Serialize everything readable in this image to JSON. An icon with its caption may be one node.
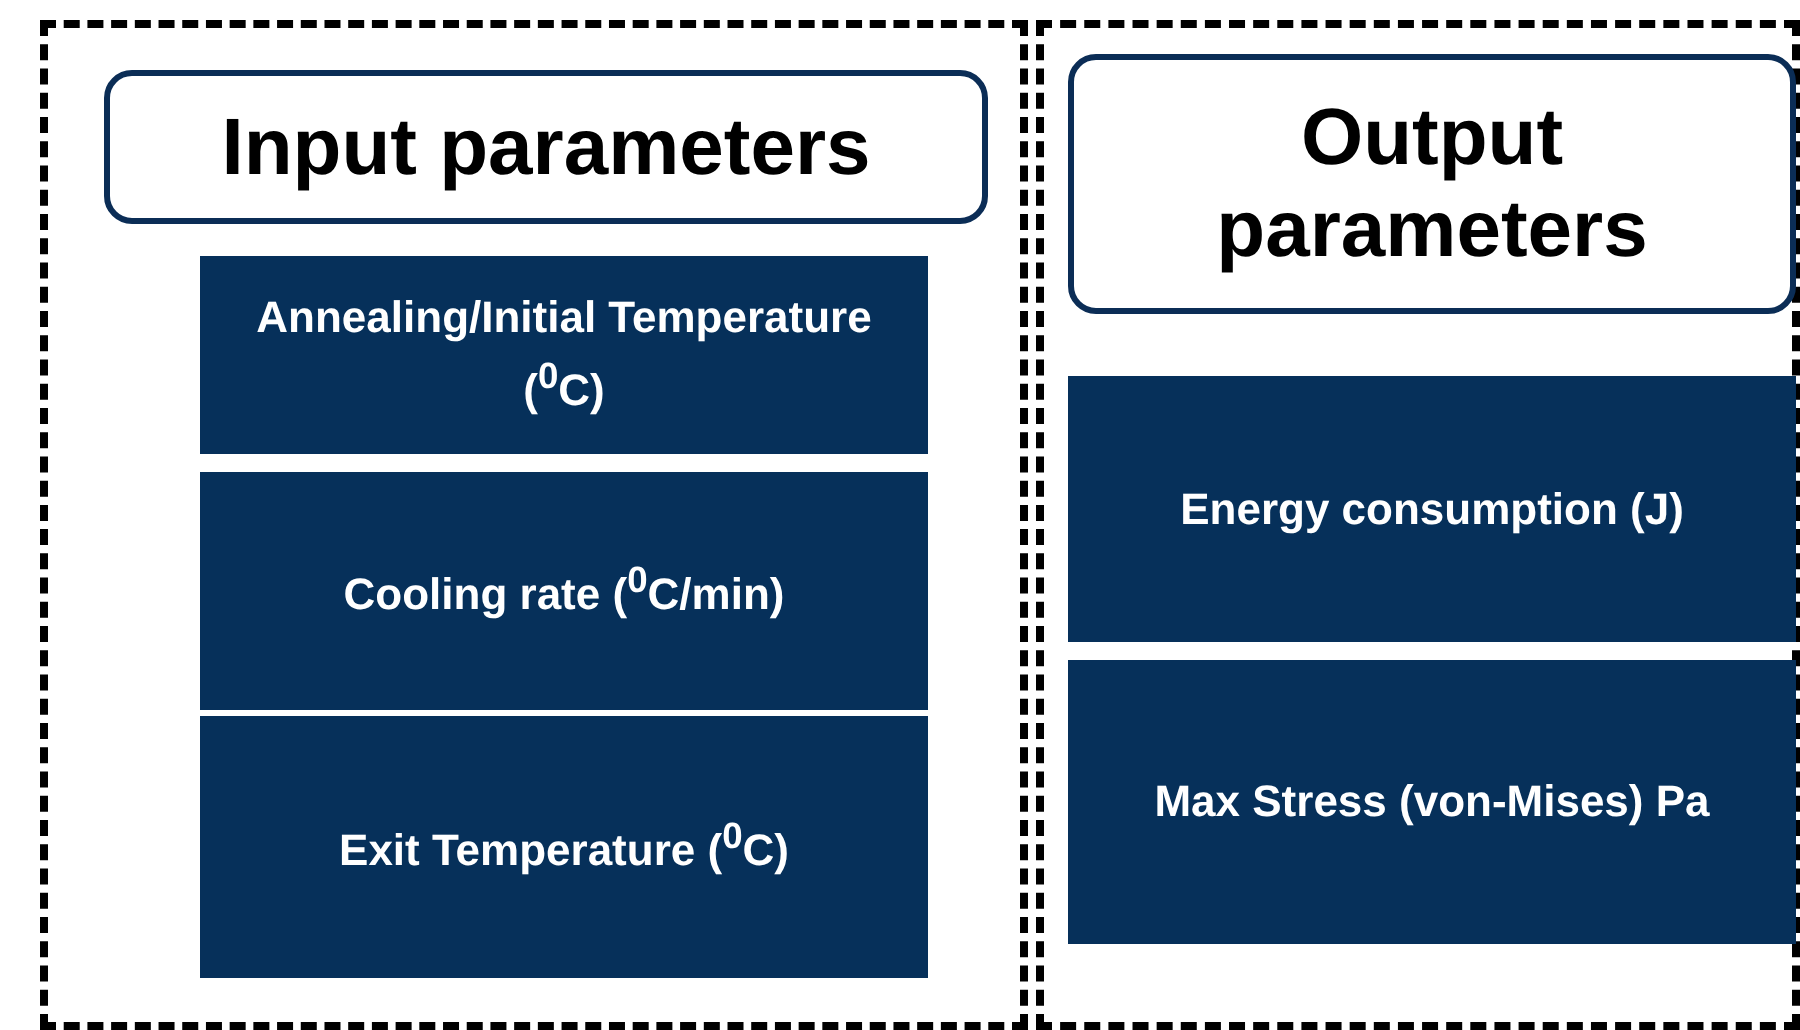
{
  "diagram": {
    "nodes": [
      {
        "text": [],
        "shape": "box"
      },
      {
        "text": [
          "Input parameters"
        ],
        "in": 0
      },
      {
        "text": [
          "Annealing/Initial Temperature ($^{0}$C)"
        ],
        "in": 0
      },
      {
        "text": [
          "Cooling rate ($^{0}$C/min)"
        ],
        "in": 0
      },
      {
        "text": [
          "Exit Temperature ($^{0}$C)"
        ],
        "in": 0
      },
      {
        "text": [],
        "shape": "box"
      },
      {
        "text": [
          "Output parameters"
        ],
        "in": 5
      },
      {
        "text": [
          "Energy consumption (J)"
        ],
        "in": 5
      },
      {
        "text": [
          "Max Stress (von-Mises) Pa"
        ],
        "in": 5
      }
    ]
  }
}
